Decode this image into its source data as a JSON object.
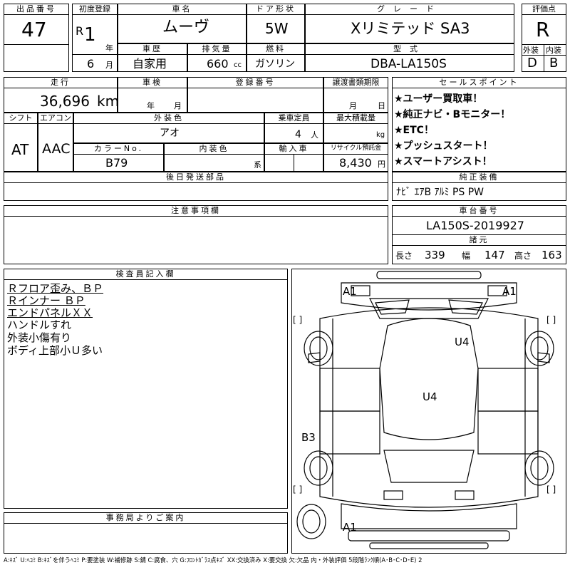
{
  "header": {
    "lot_label": "出品番号",
    "lot_value": "47",
    "first_reg_label": "初度登録",
    "era": "R",
    "year_num": "1",
    "year_unit": "年",
    "month_num": "6",
    "month_unit": "月",
    "car_name_label": "車名",
    "car_name": "ムーヴ",
    "door_label": "ドア形状",
    "door": "5W",
    "grade_label": "グレード",
    "grade": "Xリミテッド SA3",
    "score_label": "評価点",
    "score": "R",
    "history_label": "車歴",
    "history": "自家用",
    "displacement_label": "排気量",
    "displacement": "660",
    "displacement_unit": "cc",
    "fuel_label": "燃料",
    "fuel": "ガソリン",
    "model_label": "型式",
    "model": "DBA-LA150S",
    "exterior_label": "外装",
    "exterior_grade": "D",
    "interior_label": "内装",
    "interior_grade": "B"
  },
  "spec": {
    "mileage_label": "走行",
    "mileage": "36,696",
    "mileage_unit": "km",
    "inspection_label": "車検",
    "inspection_year": "年",
    "inspection_month": "月",
    "regno_label": "登録番号",
    "transfer_label": "譲渡書類期限",
    "transfer_month": "月",
    "transfer_day": "日",
    "shift_label": "シフト",
    "shift": "AT",
    "aircon_label": "エアコン",
    "aircon": "AAC",
    "color_label": "外装色",
    "color": "アオ",
    "seats_label": "乗車定員",
    "seats": "4",
    "seats_unit": "人",
    "load_label": "最大積載量",
    "load_unit": "kg",
    "color_no_label": "カラーNo.",
    "color_no": "B79",
    "interior_color_label": "内装色",
    "interior_color_suffix": "系",
    "import_label": "輸入車",
    "recycle_label": "リサイクル預託金",
    "recycle": "8,430",
    "recycle_unit": "円",
    "later_parts_label": "後日発送部品"
  },
  "sales": {
    "label": "セールスポイント",
    "points": [
      "★ユーザー買取車！",
      "★純正ナビ・Bモニター！",
      "★ETC！",
      "★プッシュスタート！",
      "★スマートアシスト！"
    ]
  },
  "equipment": {
    "label": "純正装備",
    "value": "ﾅﾋﾞ ｴｱB ｱﾙﾐ PS PW"
  },
  "chassis": {
    "label": "車台番号",
    "value": "LA150S-2019927",
    "dims_label": "諸元",
    "length_label": "長さ",
    "length": "339",
    "width_label": "幅",
    "width": "147",
    "height_label": "高さ",
    "height": "163"
  },
  "notes": {
    "label": "注意事項欄"
  },
  "inspector": {
    "label": "検査員記入欄",
    "lines": [
      "Ｒフロア歪み、ＢＰ",
      "Ｒインナー ＢＰ",
      "エンドパネルＸＸ",
      "ハンドルすれ",
      "外装小傷有り",
      "ボディ上部小Ｕ多い"
    ],
    "underlined": [
      true,
      true,
      true,
      false,
      false,
      false
    ]
  },
  "office": {
    "label": "事務局よりご案内"
  },
  "diagram": {
    "marks": [
      "A1",
      "A1",
      "U4",
      "U4",
      "B3",
      "A1"
    ],
    "bracket": "[ ]"
  },
  "legend": "A:ｷｽﾞ U:ﾍｺﾐ B:ｷｽﾞを伴うﾍｺﾐ P:要塗装 W:補修跡 S:錆 C:腐食、穴 G:ﾌﾛﾝﾄｶﾞﾗｽ点ｷｽﾞ XX:交換済み X:要交換 欠:欠品 内・外装評価 5段階ﾗﾝｸ順(A･B･C･D･E) 2"
}
